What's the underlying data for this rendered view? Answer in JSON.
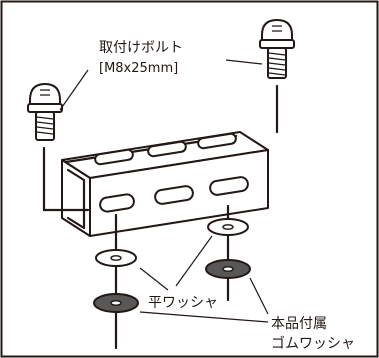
{
  "labels": {
    "bolt": "取付けボルト",
    "bolt_size": "[M8x25mm]",
    "flat_washer": "平ワッシャ",
    "rubber_washer_line1": "本品付属",
    "rubber_washer_line2": "ゴムワッシャ"
  },
  "colors": {
    "line": "#231815",
    "rubber_washer": "#595757",
    "flat_washer": "#ffffff"
  },
  "icons": [
    "bolt-icon",
    "bracket-icon",
    "flat-washer-icon",
    "rubber-washer-icon"
  ]
}
